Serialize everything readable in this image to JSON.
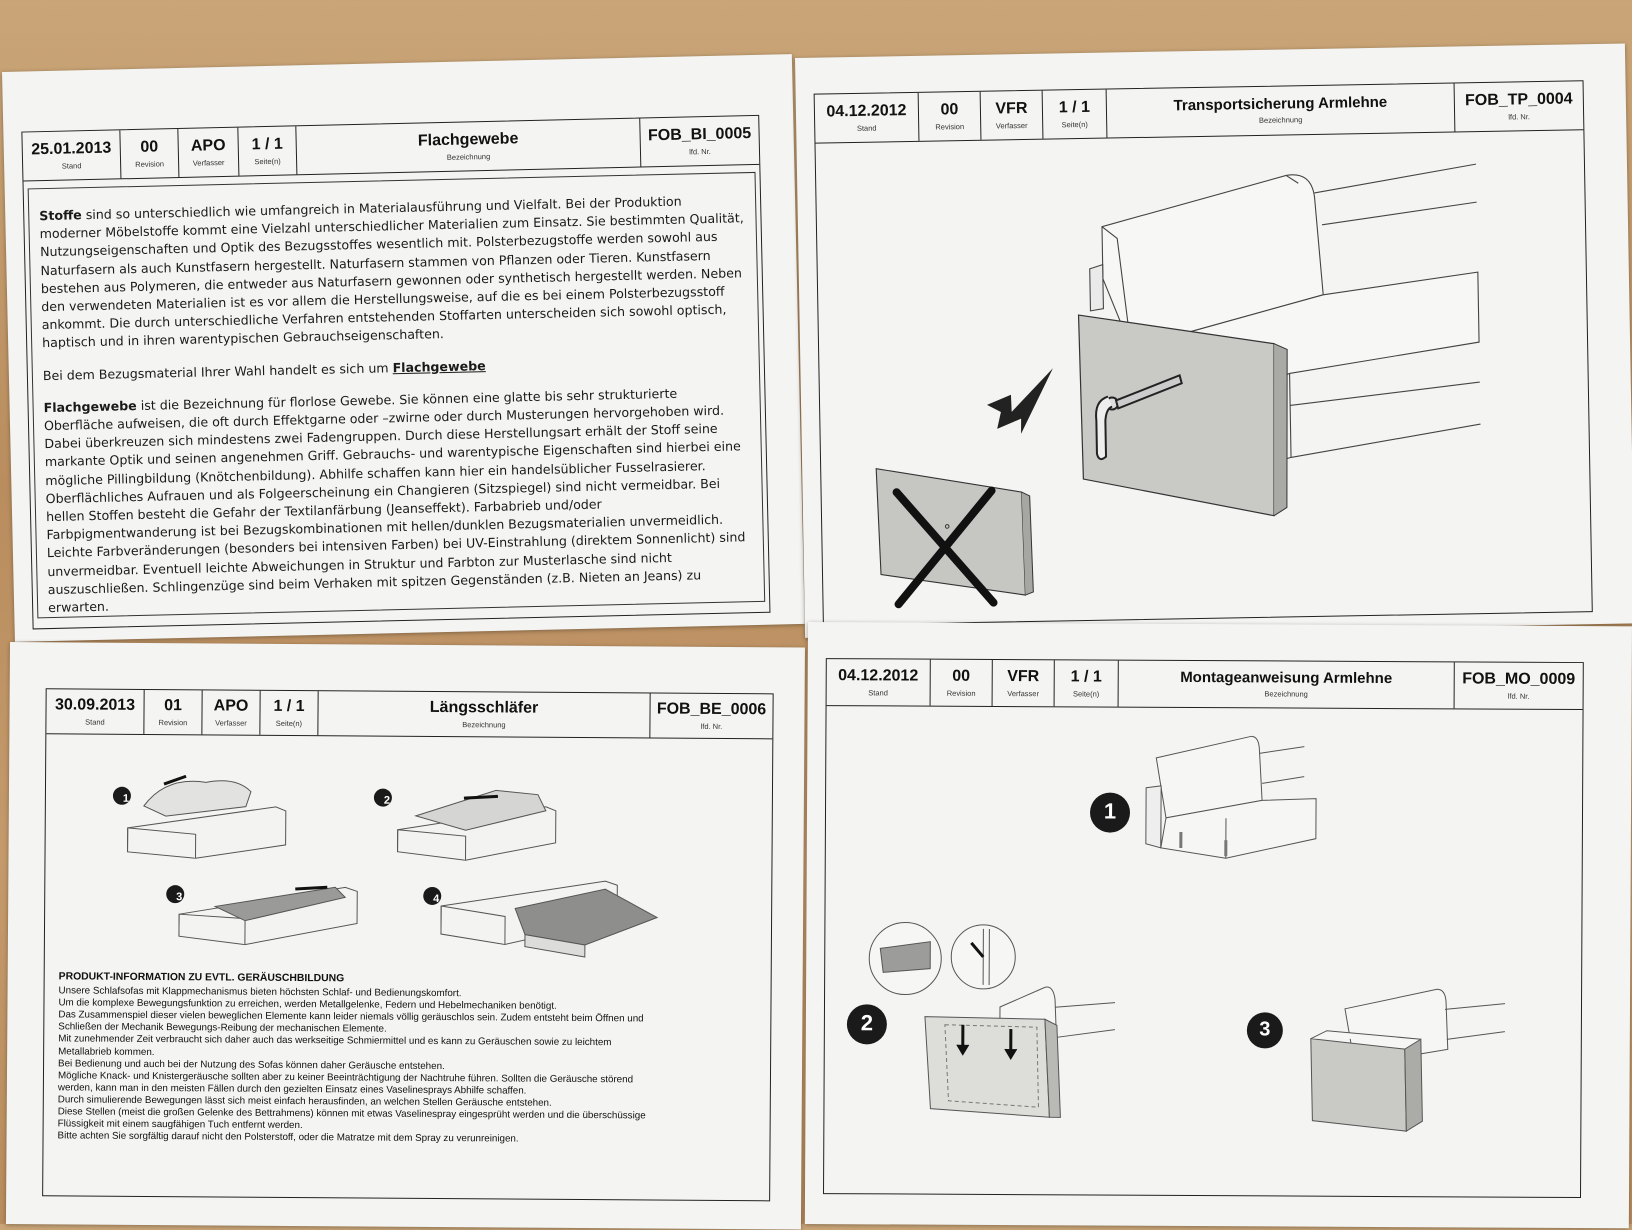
{
  "sheets": {
    "flachgewebe": {
      "date": "25.01.2013",
      "date_label": "Stand",
      "revision": "00",
      "revision_label": "Revision",
      "author": "APO",
      "author_label": "Verfasser",
      "pages": "1 / 1",
      "pages_label": "Seite(n)",
      "title": "Flachgewebe",
      "title_label": "Bezeichnung",
      "doc_no": "FOB_BI_0005",
      "doc_no_label": "lfd. Nr.",
      "p1_bold": "Stoffe",
      "p1_rest": " sind so unterschiedlich wie umfangreich in Materialausführung und Vielfalt. Bei der Produktion moderner Möbelstoffe kommt eine Vielzahl unterschiedlicher Materialien zum Einsatz. Sie bestimmten Qualität, Nutzungseigenschaften und Optik des Bezugsstoffes wesentlich mit. Polsterbezugstoffe werden sowohl aus Naturfasern als auch Kunstfasern  hergestellt. Naturfasern stammen von Pflanzen oder Tieren. Kunstfasern bestehen aus Polymeren, die entweder aus Naturfasern gewonnen oder synthetisch hergestellt werden. Neben den verwendeten Materialien ist es vor allem die Herstellungsweise, auf die es bei einem Polsterbezugsstoff ankommt. Die durch unterschiedliche Verfahren entstehenden Stoffarten unterscheiden sich sowohl optisch, haptisch und in ihren warentypischen Gebrauchseigenschaften.",
      "p2_prefix": "Bei dem Bezugsmaterial Ihrer Wahl handelt es sich um ",
      "p2_link": "Flachgewebe",
      "p3_bold": "Flachgewebe",
      "p3_rest": " ist die Bezeichnung für florlose Gewebe. Sie können eine glatte bis sehr strukturierte Oberfläche aufweisen, die oft durch Effektgarne oder –zwirne oder durch Musterungen hervorgehoben wird. Dabei überkreuzen sich mindestens zwei Fadengruppen. Durch diese Herstellungsart erhält der Stoff seine markante Optik und seinen angenehmen Griff. Gebrauchs- und warentypische Eigenschaften sind hierbei eine mögliche Pillingbildung (Knötchenbildung). Abhilfe schaffen kann hier ein handelsüblicher Fusselrasierer. Oberflächliches Aufrauen und als Folgeerscheinung ein Changieren (Sitzspiegel) sind nicht vermeidbar. Bei hellen Stoffen besteht die Gefahr der Textilanfärbung (Jeanseffekt). Farbabrieb und/oder Farbpigmentwanderung ist bei Bezugskombinationen mit hellen/dunklen Bezugsmaterialien unvermeidlich.",
      "p4": "Leichte Farbveränderungen (besonders bei intensiven Farben) bei UV-Einstrahlung (direktem Sonnenlicht) sind unvermeidbar. Eventuell leichte Abweichungen in Struktur und Farbton zur Musterlasche sind nicht auszuschließen. Schlingenzüge sind beim Verhaken mit spitzen Gegenständen (z.B. Nieten an Jeans) zu erwarten."
    },
    "transport": {
      "date": "04.12.2012",
      "date_label": "Stand",
      "revision": "00",
      "revision_label": "Revision",
      "author": "VFR",
      "author_label": "Verfasser",
      "pages": "1 / 1",
      "pages_label": "Seite(n)",
      "title": "Transportsicherung Armlehne",
      "title_label": "Bezeichnung",
      "doc_no": "FOB_TP_0004",
      "doc_no_label": "lfd. Nr."
    },
    "laengsschlaefer": {
      "date": "30.09.2013",
      "date_label": "Stand",
      "revision": "01",
      "revision_label": "Revision",
      "author": "APO",
      "author_label": "Verfasser",
      "pages": "1 / 1",
      "pages_label": "Seite(n)",
      "title": "Längsschläfer",
      "title_label": "Bezeichnung",
      "doc_no": "FOB_BE_0006",
      "doc_no_label": "lfd. Nr.",
      "steps": [
        "1",
        "2",
        "3",
        "4"
      ],
      "info_heading": "PRODUKT-INFORMATION ZU EVTL. GERÄUSCHBILDUNG",
      "info_lines": [
        "Unsere Schlafsofas mit Klappmechanismus bieten höchsten Schlaf- und Bedienungskomfort.",
        "Um die komplexe Bewegungsfunktion zu erreichen, werden Metallgelenke, Federn und Hebelmechaniken benötigt.",
        "Das Zusammenspiel dieser vielen beweglichen Elemente kann leider niemals völlig geräuschlos sein. Zudem entsteht beim Öffnen und",
        "Schließen der Mechanik Bewegungs-Reibung der mechanischen Elemente.",
        "Mit zunehmender Zeit verbraucht sich daher auch das werkseitige Schmiermittel und es kann zu Geräuschen sowie zu leichtem",
        "Metallabrieb kommen.",
        "Bei Bedienung und auch bei der Nutzung des Sofas können daher Geräusche entstehen.",
        "Mögliche Knack- und Knistergeräusche sollten aber zu keiner Beeinträchtigung der Nachtruhe führen. Sollten die Geräusche störend",
        "werden, kann man in den meisten Fällen durch den gezielten Einsatz eines Vaselinesprays Abhilfe schaffen.",
        "Durch simulierende Bewegungen lässt sich meist einfach herausfinden, an welchen Stellen Geräusche entstehen.",
        "Diese Stellen (meist die großen Gelenke des Bettrahmens) können mit etwas Vaselinespray eingesprüht werden und die überschüssige",
        "Flüssigkeit mit einem  saugfähigen Tuch entfernt werden.",
        "Bitte achten Sie sorgfältig darauf nicht den Polsterstoff, oder die Matratze mit dem Spray zu verunreinigen."
      ]
    },
    "montage": {
      "date": "04.12.2012",
      "date_label": "Stand",
      "revision": "00",
      "revision_label": "Revision",
      "author": "VFR",
      "author_label": "Verfasser",
      "pages": "1 / 1",
      "pages_label": "Seite(n)",
      "title": "Montageanweisung Armlehne",
      "title_label": "Bezeichnung",
      "doc_no": "FOB_MO_0009",
      "doc_no_label": "lfd. Nr.",
      "steps": [
        "1",
        "2",
        "3"
      ]
    }
  }
}
